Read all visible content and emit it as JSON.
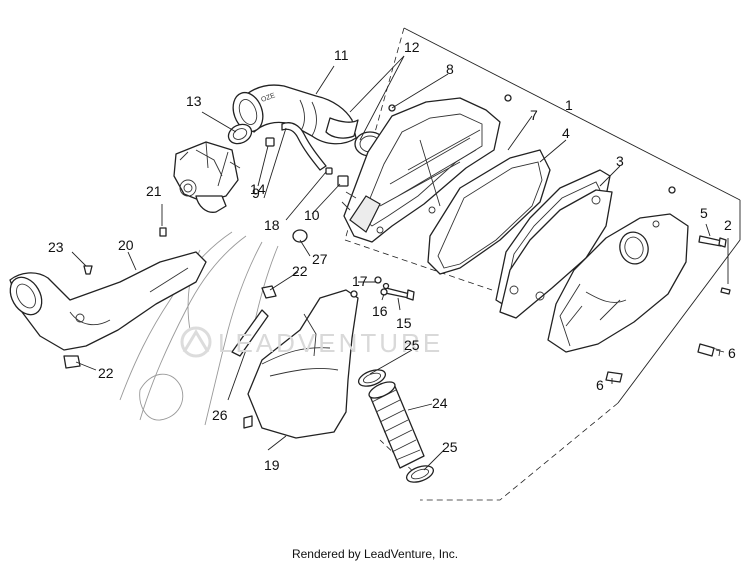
{
  "diagram": {
    "watermark": "LEADVENTURE",
    "footer": "Rendered by LeadVenture, Inc.",
    "callouts": [
      "1",
      "2",
      "3",
      "4",
      "5",
      "6",
      "6",
      "7",
      "8",
      "9",
      "10",
      "11",
      "12",
      "13",
      "14",
      "15",
      "16",
      "17",
      "18",
      "19",
      "20",
      "21",
      "22",
      "22",
      "23",
      "24",
      "25",
      "25",
      "26",
      "27"
    ]
  }
}
